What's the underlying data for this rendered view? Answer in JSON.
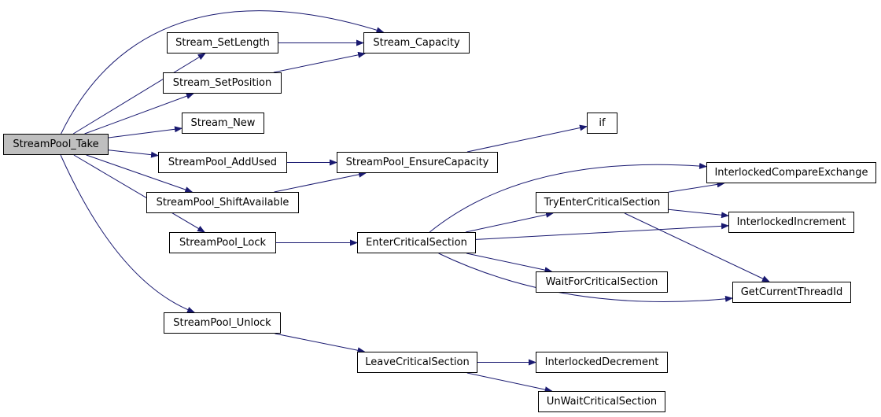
{
  "diagram": {
    "type": "call-graph",
    "colors": {
      "edge": "#191970",
      "root_fill": "#bfbfbf",
      "node_fill": "#ffffff",
      "node_border": "#000000"
    },
    "nodes": [
      {
        "id": "take",
        "label": "StreamPool_Take",
        "root": true
      },
      {
        "id": "setlength",
        "label": "Stream_SetLength"
      },
      {
        "id": "capacity",
        "label": "Stream_Capacity"
      },
      {
        "id": "setposition",
        "label": "Stream_SetPosition"
      },
      {
        "id": "new",
        "label": "Stream_New"
      },
      {
        "id": "addused",
        "label": "StreamPool_AddUsed"
      },
      {
        "id": "ensure",
        "label": "StreamPool_EnsureCapacity"
      },
      {
        "id": "if",
        "label": "if"
      },
      {
        "id": "shift",
        "label": "StreamPool_ShiftAvailable"
      },
      {
        "id": "lock",
        "label": "StreamPool_Lock"
      },
      {
        "id": "enter",
        "label": "EnterCriticalSection"
      },
      {
        "id": "tryenter",
        "label": "TryEnterCriticalSection"
      },
      {
        "id": "icx",
        "label": "InterlockedCompareExchange"
      },
      {
        "id": "iinc",
        "label": "InterlockedIncrement"
      },
      {
        "id": "wait",
        "label": "WaitForCriticalSection"
      },
      {
        "id": "gettid",
        "label": "GetCurrentThreadId"
      },
      {
        "id": "unlock",
        "label": "StreamPool_Unlock"
      },
      {
        "id": "leave",
        "label": "LeaveCriticalSection"
      },
      {
        "id": "idec",
        "label": "InterlockedDecrement"
      },
      {
        "id": "unwait",
        "label": "UnWaitCriticalSection"
      }
    ],
    "edges": [
      {
        "from": "take",
        "to": "capacity"
      },
      {
        "from": "take",
        "to": "setlength"
      },
      {
        "from": "take",
        "to": "setposition"
      },
      {
        "from": "take",
        "to": "new"
      },
      {
        "from": "take",
        "to": "addused"
      },
      {
        "from": "take",
        "to": "shift"
      },
      {
        "from": "take",
        "to": "lock"
      },
      {
        "from": "take",
        "to": "unlock"
      },
      {
        "from": "setlength",
        "to": "capacity"
      },
      {
        "from": "setposition",
        "to": "capacity"
      },
      {
        "from": "addused",
        "to": "ensure"
      },
      {
        "from": "shift",
        "to": "ensure"
      },
      {
        "from": "ensure",
        "to": "if"
      },
      {
        "from": "lock",
        "to": "enter"
      },
      {
        "from": "enter",
        "to": "icx"
      },
      {
        "from": "enter",
        "to": "tryenter"
      },
      {
        "from": "enter",
        "to": "iinc"
      },
      {
        "from": "enter",
        "to": "wait"
      },
      {
        "from": "enter",
        "to": "gettid"
      },
      {
        "from": "tryenter",
        "to": "icx"
      },
      {
        "from": "tryenter",
        "to": "iinc"
      },
      {
        "from": "tryenter",
        "to": "gettid"
      },
      {
        "from": "unlock",
        "to": "leave"
      },
      {
        "from": "leave",
        "to": "idec"
      },
      {
        "from": "leave",
        "to": "unwait"
      }
    ]
  }
}
